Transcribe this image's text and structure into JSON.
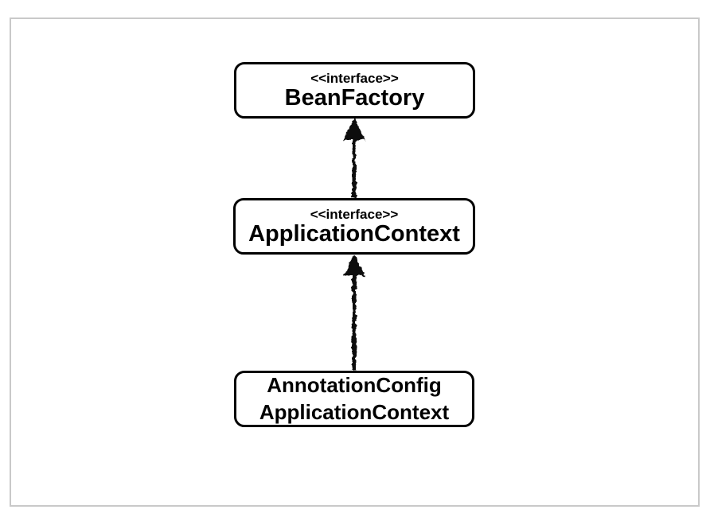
{
  "diagram": {
    "type": "uml-class-hierarchy",
    "nodes": [
      {
        "id": "BeanFactory",
        "stereotype": "<<interface>>",
        "name": "BeanFactory"
      },
      {
        "id": "ApplicationContext",
        "stereotype": "<<interface>>",
        "name": "ApplicationContext"
      },
      {
        "id": "AnnotationConfigApplicationContext",
        "name_line1": "AnnotationConfig",
        "name_line2": "ApplicationContext"
      }
    ],
    "edges": [
      {
        "from": "ApplicationContext",
        "to": "BeanFactory",
        "style": "inheritance-arrow-up",
        "line": "sketchy-solid",
        "head": "filled-triangle"
      },
      {
        "from": "AnnotationConfigApplicationContext",
        "to": "ApplicationContext",
        "style": "inheritance-arrow-up",
        "line": "sketchy-solid",
        "head": "filled-triangle"
      }
    ],
    "colors": {
      "background": "#ffffff",
      "frame_border": "#c9c9c9",
      "node_border": "#000000",
      "node_fill": "#ffffff",
      "text": "#000000",
      "arrow": "#0d0d0d"
    }
  }
}
